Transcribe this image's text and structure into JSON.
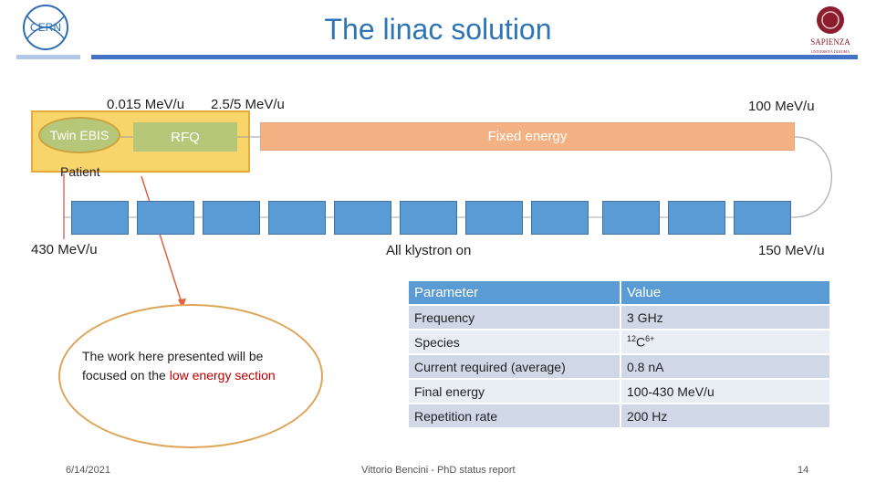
{
  "slide": {
    "title": "The linac solution",
    "logo_left": "CERN",
    "logo_right": "SAPIENZA",
    "logo_right_sub": "UNIVERSITÀ DI ROMA"
  },
  "diagram": {
    "energy_0015": "0.015 MeV/u",
    "energy_25_5": "2.5/5 MeV/u",
    "energy_100": "100 MeV/u",
    "twin_ebis": "Twin EBIS",
    "rfq": "RFQ",
    "fixed_energy": "Fixed energy",
    "patient": "Patient",
    "energy_430": "430 MeV/u",
    "all_klystron": "All klystron on",
    "energy_150": "150 MeV/u"
  },
  "note": {
    "text_normal": "The work here presented will be focused on the ",
    "text_highlight": "low energy section"
  },
  "table": {
    "header": {
      "c1": "Parameter",
      "c2": "Value"
    },
    "rows": [
      {
        "c1": "Frequency",
        "c2": "3 GHz"
      },
      {
        "c1": "Species",
        "c2_sup1": "12",
        "c2_main": "C",
        "c2_sup2": "6+"
      },
      {
        "c1": "Current required (average)",
        "c2": "0.8 nA"
      },
      {
        "c1": "Final energy",
        "c2": "100-430 MeV/u"
      },
      {
        "c1": "Repetition rate",
        "c2": "200 Hz"
      }
    ]
  },
  "footer": {
    "date": "6/14/2021",
    "center": "Vittorio Bencini - PhD status report",
    "page": "14"
  }
}
